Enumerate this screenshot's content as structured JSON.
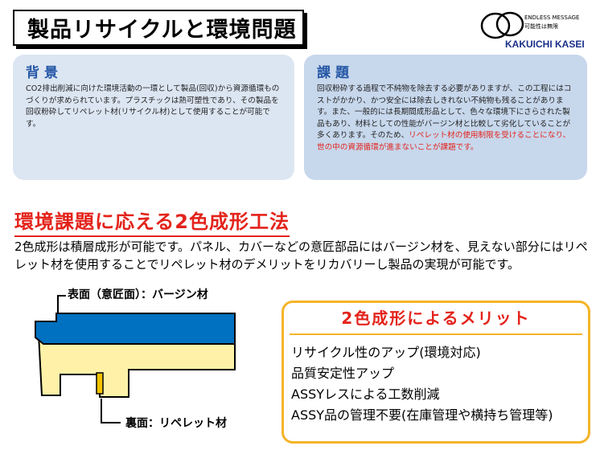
{
  "header": {
    "title": "製品リサイクルと環境問題"
  },
  "logo": {
    "tagline1": "ENDLESS MESSAGE",
    "tagline2": "可能性は無限",
    "name": "KAKUICHI KASEI"
  },
  "background": {
    "heading": "背景",
    "body": "CO2排出削減に向けた環境活動の一環として製品(回収)から資源循環ものづくりが求められています。プラスチックは熱可塑性であり、その製品を回収粉砕してリペレット材(リサイクル材)として使用することが可能です。"
  },
  "issue": {
    "heading": "課題",
    "body": "回収粉砕する過程で不純物を除去する必要がありますが、この工程にはコストがかかり、かつ安全には除去しきれない不純物も残ることがあります。また、一般的には長期間成形品として、色々な環境下にさらされた製品もあり、材料としての性能がバージン材と比較して劣化していることが多くあります。そのため、",
    "body_red": "リペレット材の使用制限を受けることになり、世の中の資源循環が進まないことが課題です。"
  },
  "method": {
    "title": "環境課題に応える2色成形工法",
    "description": "2色成形は積層成形が可能です。パネル、カバーなどの意匠部品にはバージン材を、見えない部分にはリペレット材を使用することでリペレット材のデメリットをリカバリーし製品の実現が可能です。"
  },
  "diagram": {
    "front_label": "表面（意匠面）：バージン材",
    "back_label": "裏面：リペレット材",
    "colors": {
      "virgin": "#0070c0",
      "repellet": "#fff2a8",
      "accent": "#f2c300"
    }
  },
  "merits": {
    "title": "2色成形によるメリット",
    "items": [
      "リサイクル性のアップ(環境対応)",
      "品質安定性アップ",
      "ASSYレスによる工数削減",
      "ASSY品の管理不要(在庫管理や横持ち管理等)"
    ]
  },
  "colors": {
    "accent_red": "#e3231b",
    "heading_blue": "#2557a6",
    "merit_border": "#f4b428",
    "panel_light": "#dce6f2",
    "panel_dark": "#c7d7ec"
  }
}
